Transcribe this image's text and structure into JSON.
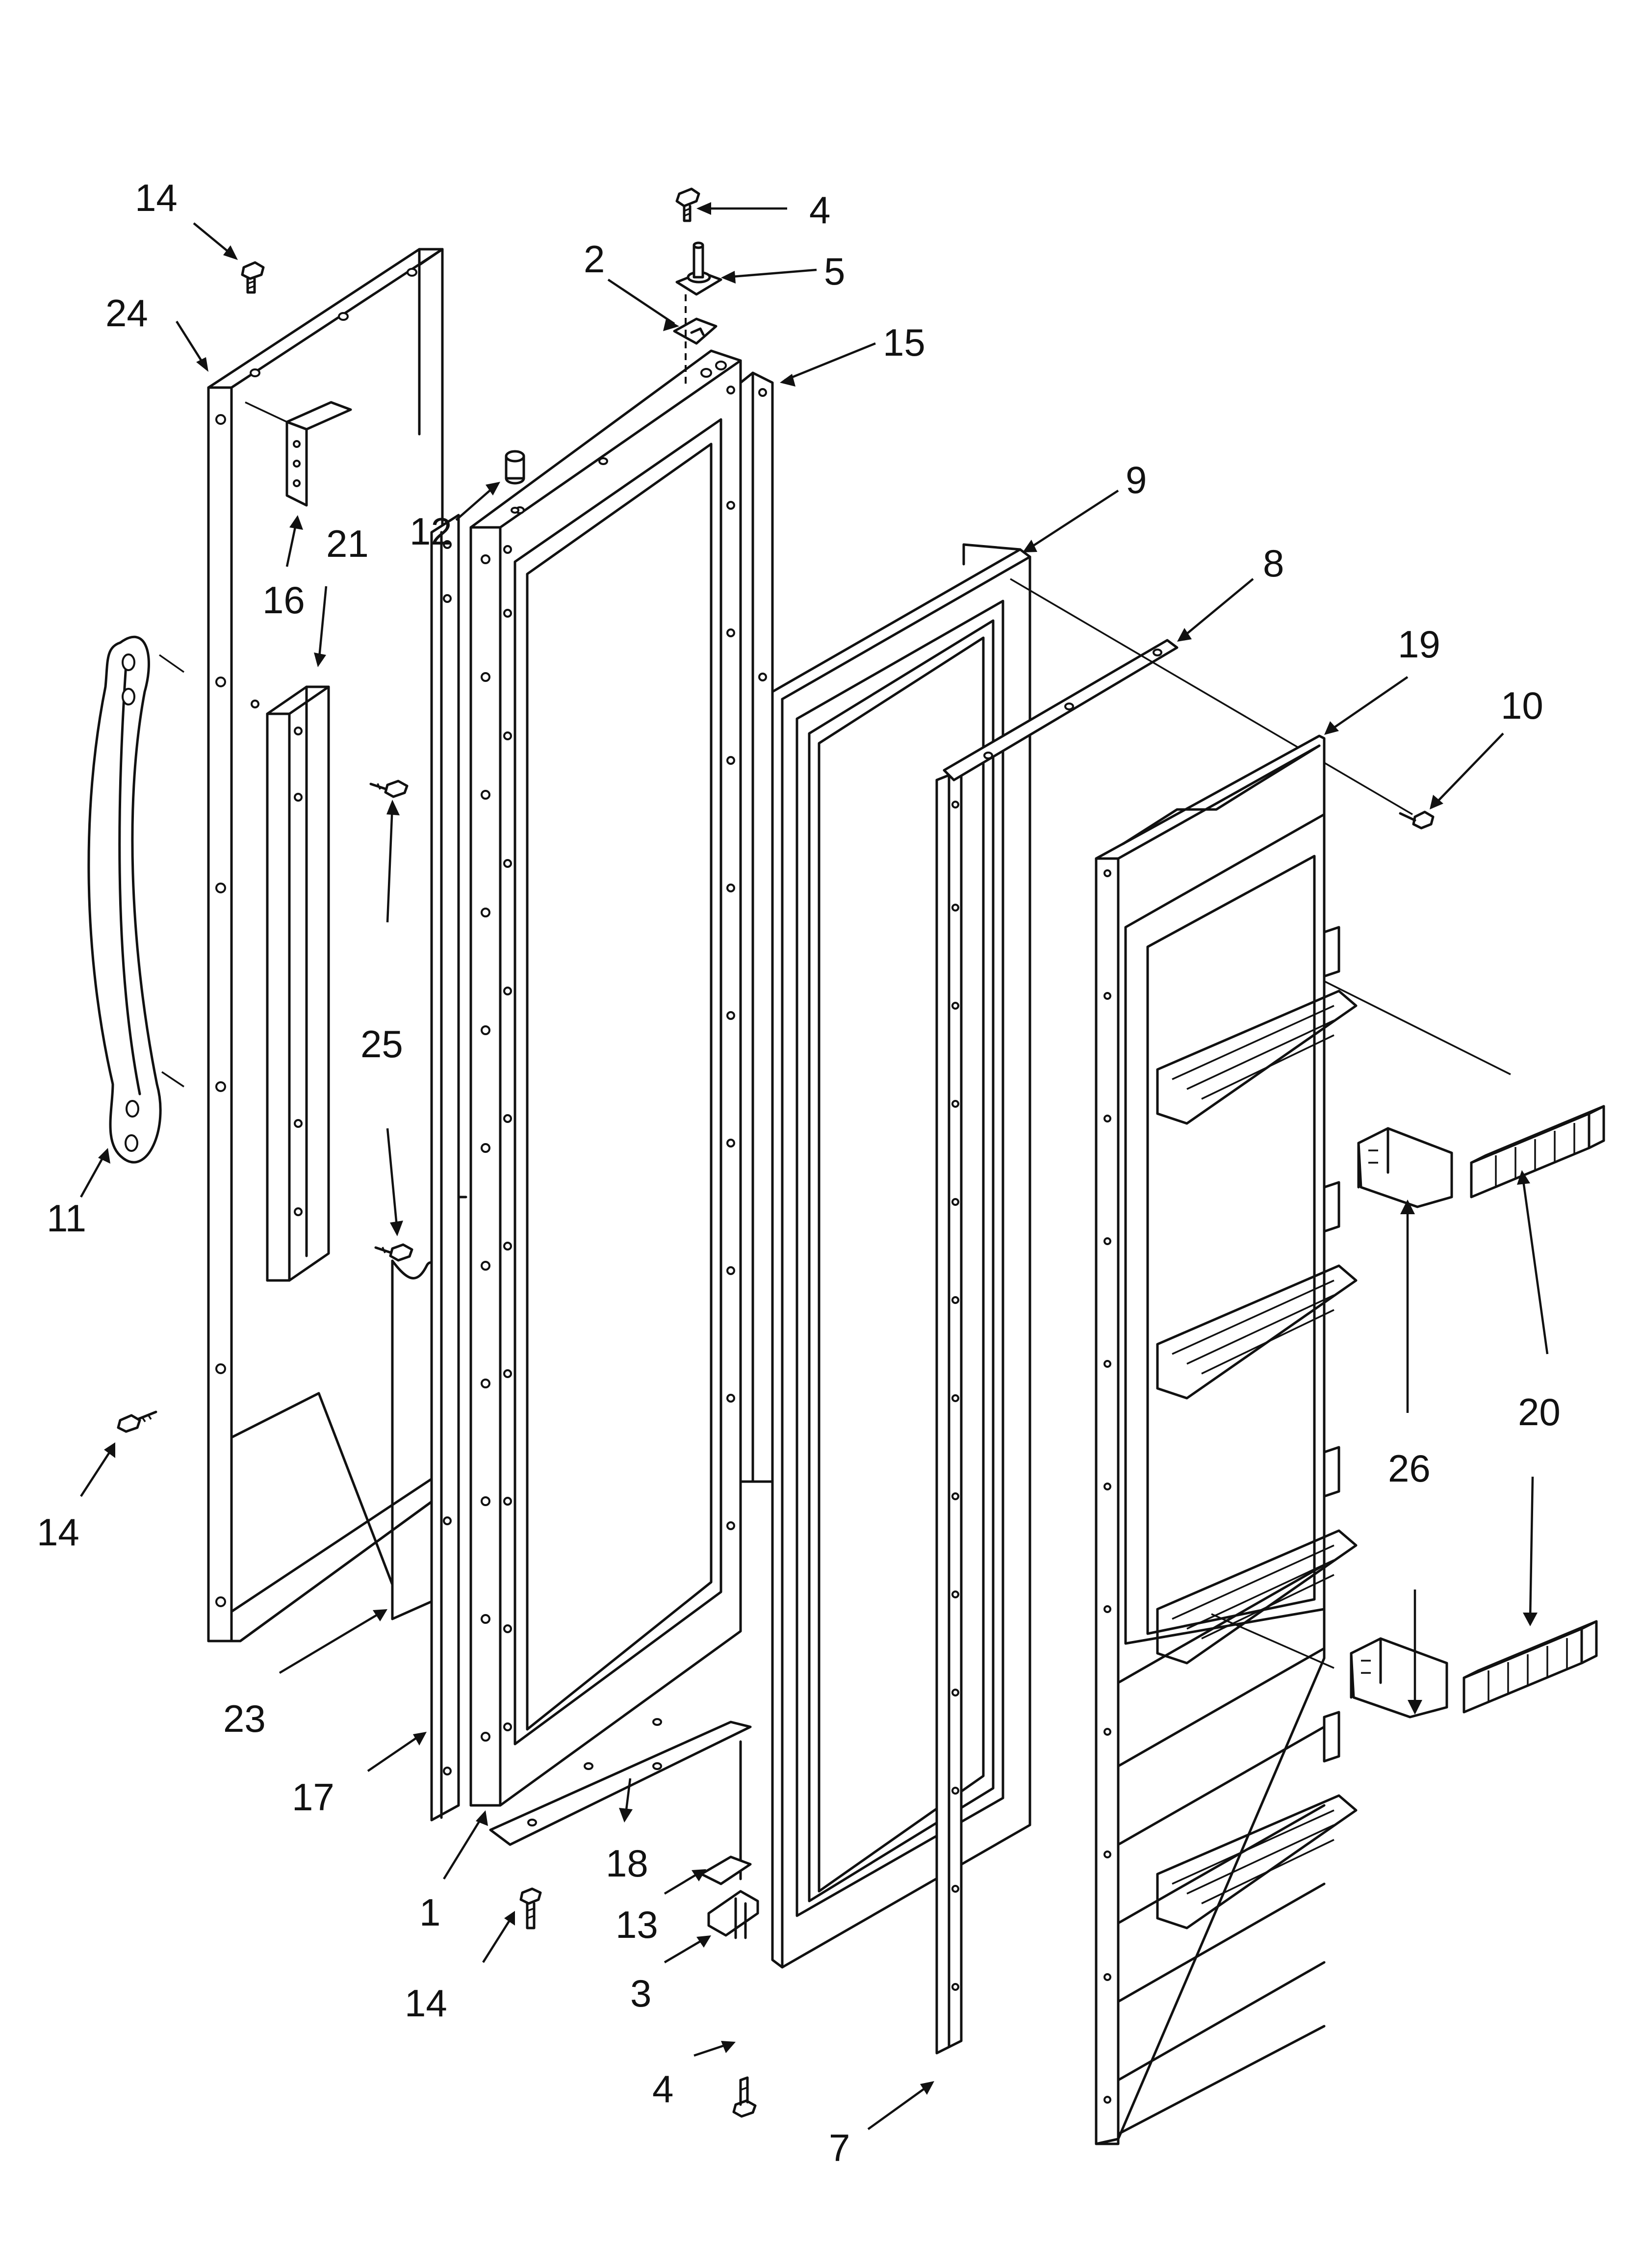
{
  "diagram": {
    "callouts": [
      {
        "id": "c14a",
        "label": "14"
      },
      {
        "id": "c24",
        "label": "24"
      },
      {
        "id": "c16",
        "label": "16"
      },
      {
        "id": "c21",
        "label": "21"
      },
      {
        "id": "c11",
        "label": "11"
      },
      {
        "id": "c25",
        "label": "25"
      },
      {
        "id": "c14b",
        "label": "14"
      },
      {
        "id": "c23",
        "label": "23"
      },
      {
        "id": "c17",
        "label": "17"
      },
      {
        "id": "c1",
        "label": "1"
      },
      {
        "id": "c14c",
        "label": "14"
      },
      {
        "id": "c18",
        "label": "18"
      },
      {
        "id": "c13",
        "label": "13"
      },
      {
        "id": "c3",
        "label": "3"
      },
      {
        "id": "c4b",
        "label": "4"
      },
      {
        "id": "c12",
        "label": "12"
      },
      {
        "id": "c2",
        "label": "2"
      },
      {
        "id": "c4a",
        "label": "4"
      },
      {
        "id": "c5",
        "label": "5"
      },
      {
        "id": "c15",
        "label": "15"
      },
      {
        "id": "c9",
        "label": "9"
      },
      {
        "id": "c8",
        "label": "8"
      },
      {
        "id": "c19",
        "label": "19"
      },
      {
        "id": "c10",
        "label": "10"
      },
      {
        "id": "c7",
        "label": "7"
      },
      {
        "id": "c26",
        "label": "26"
      },
      {
        "id": "c20",
        "label": "20"
      }
    ]
  }
}
